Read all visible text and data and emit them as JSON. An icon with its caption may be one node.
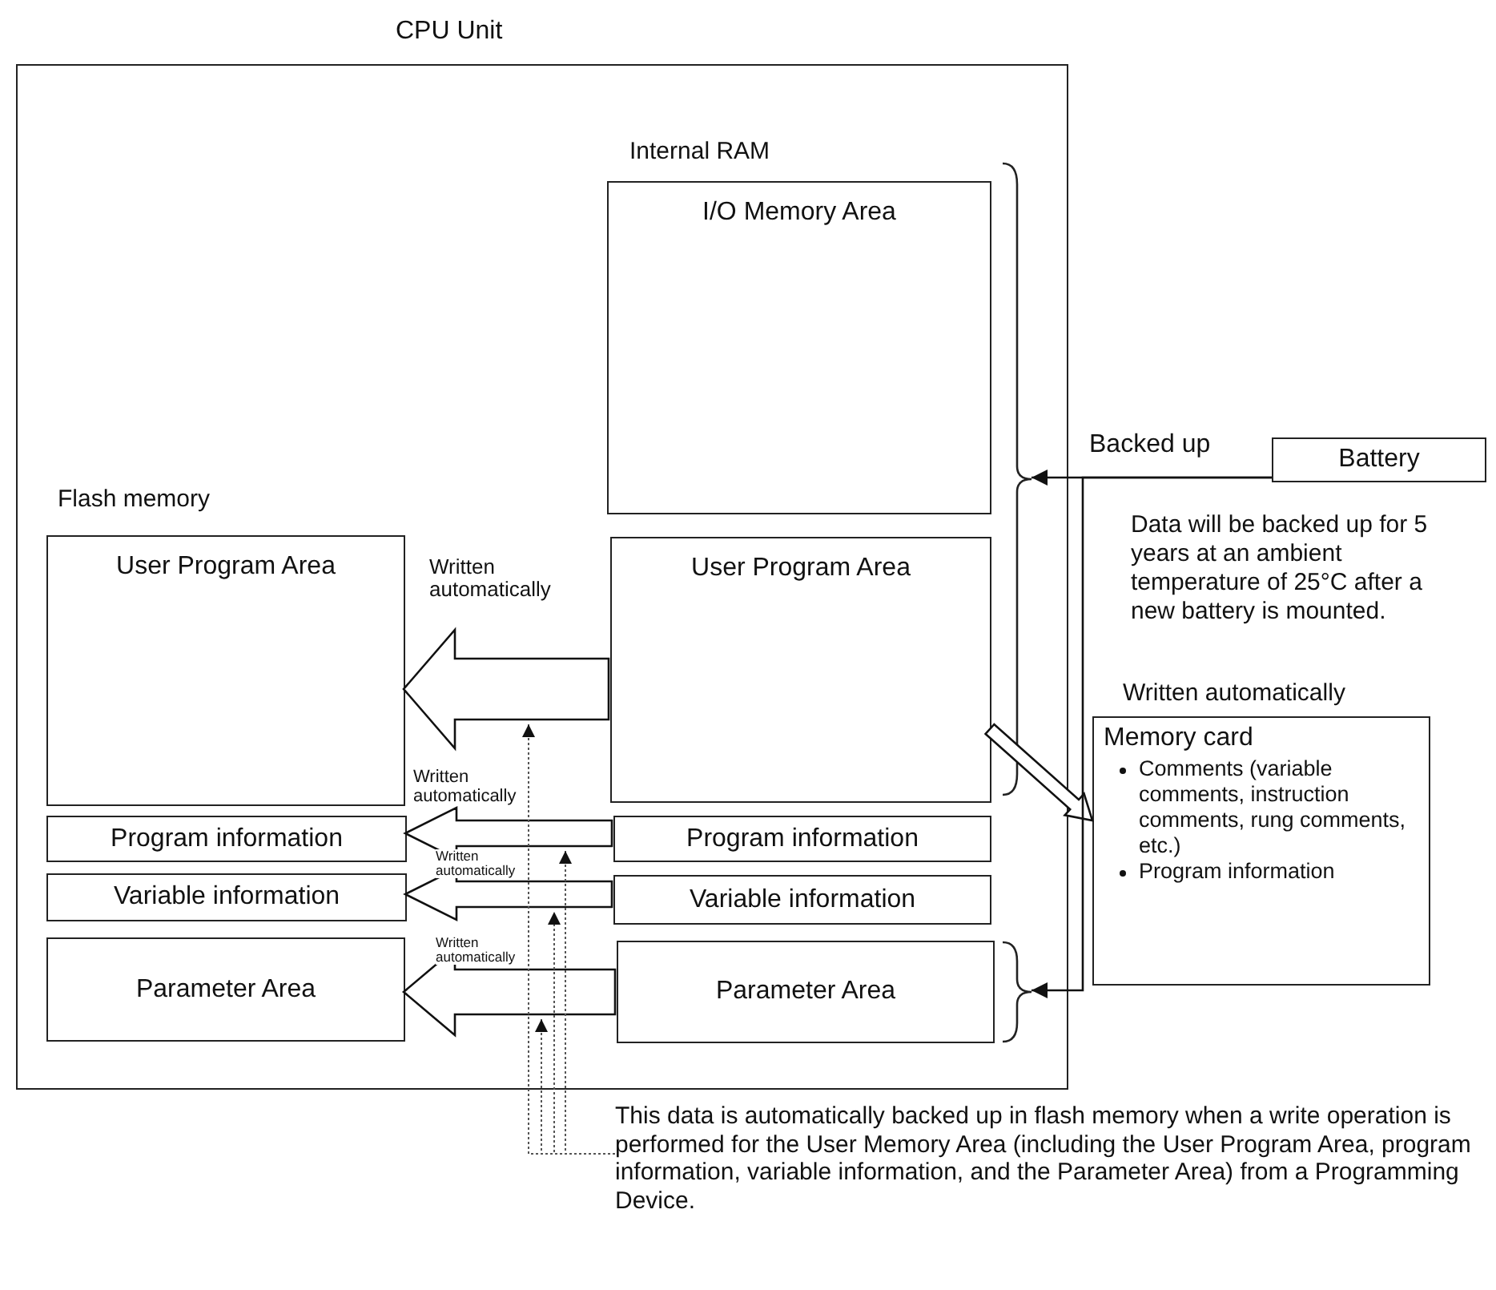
{
  "diagram": {
    "nodes": [
      {
        "text": [
          "CPU Unit"
        ]
      },
      {
        "text": [
          "I/O Memory Area"
        ],
        "in": 0
      },
      {
        "text": [],
        "shape": "bracket",
        "in": 0
      },
      {
        "text": [
          "User Program Area"
        ],
        "in": 0
      },
      {
        "text": [
          "User Program Area"
        ],
        "in": 0
      },
      {
        "text": [
          "Program information"
        ],
        "in": 0
      },
      {
        "text": [
          "Program information"
        ],
        "in": 0
      },
      {
        "text": [
          "Variable information"
        ],
        "in": 0
      },
      {
        "text": [
          "Variable information"
        ],
        "in": 0
      },
      {
        "text": [
          "Parameter Area"
        ],
        "in": 0
      },
      {
        "text": [
          "Parameter Area"
        ],
        "in": 0
      },
      {
        "text": [],
        "shape": "bracket",
        "in": 0
      },
      {
        "text": [
          "Battery"
        ],
        "beside": [
          "Data will be backed up for 5 years at an ambient temperature of 25°C after a new battery is mounted."
        ]
      },
      {
        "text": [
          "Memory card",
          "Comments (variable comments, instruction comments, rung comments, etc.)",
          "Program information"
        ],
        "beside": [
          "Written automatically"
        ]
      },
      {
        "text": [
          "This data is automatically backed up in flash memory when a write operation is performed for the User Memory Area (including the User Program Area, program information, variable information, and the Parameter Area) from a Programming Device."
        ]
      }
    ],
    "edges": [
      {
        "from": 4,
        "to": 3,
        "arrow": "to",
        "label": "Written automatically",
        "style": "thick"
      },
      {
        "from": 6,
        "to": 5,
        "arrow": "to",
        "label": "Written automatically",
        "style": "thick"
      },
      {
        "from": 8,
        "to": 7,
        "arrow": "to",
        "label": "Written automatically",
        "style": "thick"
      },
      {
        "from": 10,
        "to": 9,
        "arrow": "to",
        "label": "Written automatically",
        "style": "thick"
      },
      {
        "from": 4,
        "to": 13,
        "arrow": "to",
        "style": "thick"
      },
      {
        "from": 12,
        "to": 2,
        "arrow": "to",
        "label": "Backed up"
      },
      {
        "from": 12,
        "to": 11,
        "arrow": "to"
      },
      {
        "from": 14,
        "to": null,
        "arrow": "to",
        "style": "dashed"
      },
      {
        "from": 14,
        "to": null,
        "arrow": "to",
        "style": "dashed"
      },
      {
        "from": 14,
        "to": null,
        "arrow": "to",
        "style": "dashed"
      },
      {
        "from": 14,
        "to": null,
        "arrow": "to",
        "style": "dashed"
      }
    ],
    "labels": [
      "Internal RAM",
      "Flash memory"
    ]
  }
}
